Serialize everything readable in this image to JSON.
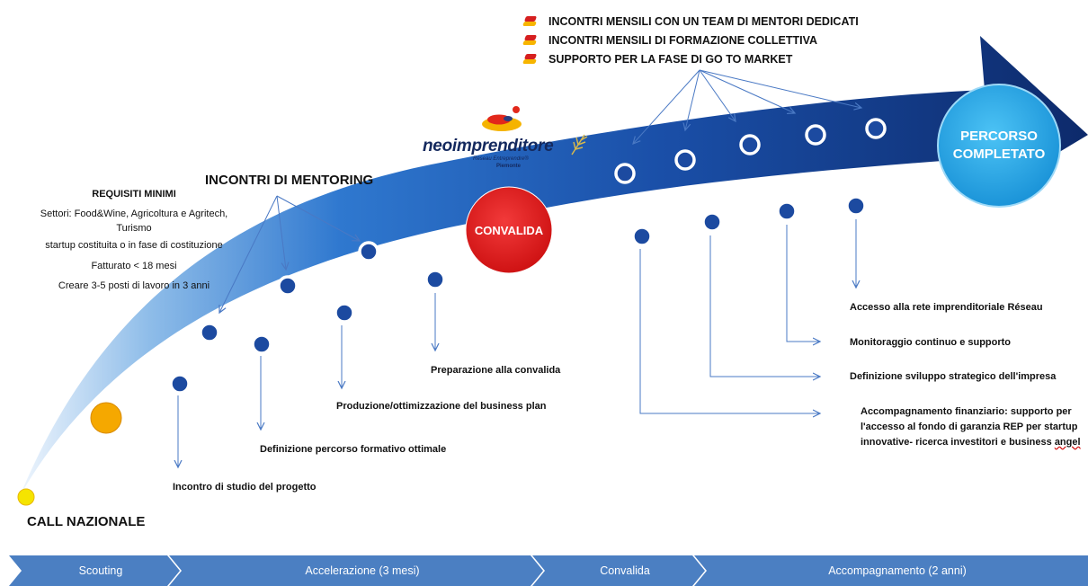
{
  "call_label": "CALL NAZIONALE",
  "requirements": {
    "title": "REQUISITI MINIMI",
    "lines": [
      "Settori: Food&Wine, Agricoltura e Agritech,",
      "Turismo",
      "startup costituita o in fase di costituzione",
      "Fatturato < 18 mesi",
      "Creare 3-5 posti di lavoro in 3 anni"
    ]
  },
  "mentoring_title": "INCONTRI DI MENTORING",
  "logo": {
    "wordmark": "neoimprenditore",
    "subtitle": "Réseau Entreprendre®",
    "region": "Piemonte"
  },
  "convalida_label": "CONVALIDA",
  "completed_label": "PERCORSO COMPLETATO",
  "top_bullets": [
    "INCONTRI MENSILI CON UN TEAM DI MENTORI DEDICATI",
    "INCONTRI MENSILI DI FORMAZIONE COLLETTIVA",
    "SUPPORTO PER LA FASE DI GO TO MARKET"
  ],
  "acceleration_steps": [
    "Incontro di studio del progetto",
    "Definizione percorso formativo ottimale",
    "Produzione/ottimizzazione del business plan",
    "Preparazione alla convalida"
  ],
  "accompaniment_steps": [
    "Accesso alla rete imprenditoriale Réseau",
    "Monitoraggio continuo e supporto",
    "Definizione sviluppo strategico dell'impresa"
  ],
  "financial_support": {
    "text": "Accompagnamento finanziario: supporto per l'accesso al fondo di garanzia REP per startup innovative- ricerca investitori e business",
    "last_word": "angel"
  },
  "timeline": [
    "Scouting",
    "Accelerazione (3 mesi)",
    "Convalida",
    "Accompagnamento (2 anni)"
  ],
  "colors": {
    "arrow_dark": "#0d2a6b",
    "arrow_mid": "#1a5bbf",
    "arrow_light": "#dbeafb",
    "node_fill": "#1c4aa0",
    "convalida": "#e0181a",
    "completed": "#21a6e8",
    "start_dot": "#f5c400",
    "scouting_dot": "#f5a800",
    "timeline": "#4b7fc2",
    "connector": "#4a79c4"
  }
}
